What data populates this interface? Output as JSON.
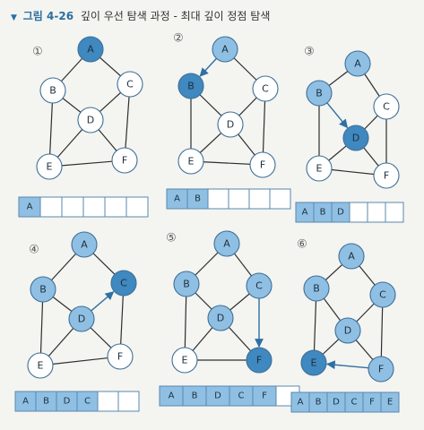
{
  "header": {
    "figure": "그림 4-26",
    "caption": "깊이 우선 탐색 과정 - 최대 깊이 정점 탐색"
  },
  "colors": {
    "visited": "#8fc0e4",
    "current": "#3f88c0",
    "unvisited": "#ffffff",
    "queue_fill": "#8fc0e4",
    "arrow": "#2f6fa3"
  },
  "panels": [
    {
      "step": "①",
      "nodes": [
        {
          "id": "A",
          "label": "A",
          "state": "current"
        },
        {
          "id": "B",
          "label": "B",
          "state": "unvisited"
        },
        {
          "id": "C",
          "label": "C",
          "state": "unvisited"
        },
        {
          "id": "D",
          "label": "D",
          "state": "unvisited"
        },
        {
          "id": "E",
          "label": "E",
          "state": "unvisited"
        },
        {
          "id": "F",
          "label": "F",
          "state": "unvisited"
        }
      ],
      "arrow": null,
      "stack": [
        "A"
      ]
    },
    {
      "step": "②",
      "nodes": [
        {
          "id": "A",
          "label": "A",
          "state": "visited"
        },
        {
          "id": "B",
          "label": "B",
          "state": "current"
        },
        {
          "id": "C",
          "label": "C",
          "state": "unvisited"
        },
        {
          "id": "D",
          "label": "D",
          "state": "unvisited"
        },
        {
          "id": "E",
          "label": "E",
          "state": "unvisited"
        },
        {
          "id": "F",
          "label": "F",
          "state": "unvisited"
        }
      ],
      "arrow": [
        "A",
        "B"
      ],
      "stack": [
        "A",
        "B"
      ]
    },
    {
      "step": "③",
      "nodes": [
        {
          "id": "A",
          "label": "A",
          "state": "visited"
        },
        {
          "id": "B",
          "label": "B",
          "state": "visited"
        },
        {
          "id": "C",
          "label": "C",
          "state": "unvisited"
        },
        {
          "id": "D",
          "label": "D",
          "state": "current"
        },
        {
          "id": "E",
          "label": "E",
          "state": "unvisited"
        },
        {
          "id": "F",
          "label": "F",
          "state": "unvisited"
        }
      ],
      "arrow": [
        "B",
        "D"
      ],
      "stack": [
        "A",
        "B",
        "D"
      ]
    },
    {
      "step": "④",
      "nodes": [
        {
          "id": "A",
          "label": "A",
          "state": "visited"
        },
        {
          "id": "B",
          "label": "B",
          "state": "visited"
        },
        {
          "id": "C",
          "label": "C",
          "state": "current"
        },
        {
          "id": "D",
          "label": "D",
          "state": "visited"
        },
        {
          "id": "E",
          "label": "E",
          "state": "unvisited"
        },
        {
          "id": "F",
          "label": "F",
          "state": "unvisited"
        }
      ],
      "arrow": [
        "D",
        "C"
      ],
      "stack": [
        "A",
        "B",
        "D",
        "C"
      ]
    },
    {
      "step": "⑤",
      "nodes": [
        {
          "id": "A",
          "label": "A",
          "state": "visited"
        },
        {
          "id": "B",
          "label": "B",
          "state": "visited"
        },
        {
          "id": "C",
          "label": "C",
          "state": "visited"
        },
        {
          "id": "D",
          "label": "D",
          "state": "visited"
        },
        {
          "id": "E",
          "label": "E",
          "state": "unvisited"
        },
        {
          "id": "F",
          "label": "F",
          "state": "current"
        }
      ],
      "arrow": [
        "C",
        "F"
      ],
      "stack": [
        "A",
        "B",
        "D",
        "C",
        "F"
      ]
    },
    {
      "step": "⑥",
      "nodes": [
        {
          "id": "A",
          "label": "A",
          "state": "visited"
        },
        {
          "id": "B",
          "label": "B",
          "state": "visited"
        },
        {
          "id": "C",
          "label": "C",
          "state": "visited"
        },
        {
          "id": "D",
          "label": "D",
          "state": "visited"
        },
        {
          "id": "E",
          "label": "E",
          "state": "current"
        },
        {
          "id": "F",
          "label": "F",
          "state": "visited"
        }
      ],
      "arrow": [
        "F",
        "E"
      ],
      "stack": [
        "A",
        "B",
        "D",
        "C",
        "F",
        "E"
      ]
    }
  ],
  "edges": [
    [
      "A",
      "B"
    ],
    [
      "A",
      "C"
    ],
    [
      "B",
      "D"
    ],
    [
      "C",
      "D"
    ],
    [
      "B",
      "E"
    ],
    [
      "D",
      "E"
    ],
    [
      "D",
      "F"
    ],
    [
      "C",
      "F"
    ],
    [
      "E",
      "F"
    ]
  ]
}
